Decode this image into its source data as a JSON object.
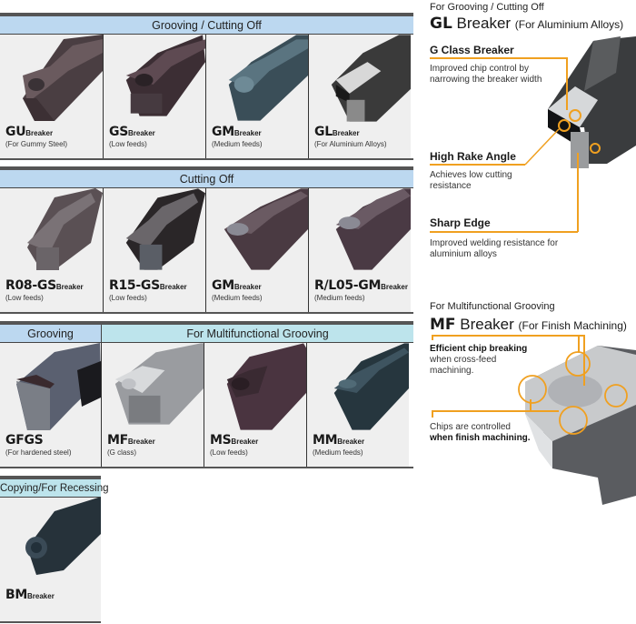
{
  "tables": [
    {
      "headers": [
        {
          "label": "Grooving / Cutting Off"
        }
      ],
      "items": [
        {
          "code": "GU",
          "suffix": "Breaker",
          "desc": "(For Gummy Steel)",
          "color": "#5a4a4e"
        },
        {
          "code": "GS",
          "suffix": "Breaker",
          "desc": "(Low feeds)",
          "color": "#4a3a40"
        },
        {
          "code": "GM",
          "suffix": "Breaker",
          "desc": "(Medium feeds)",
          "color": "#4a6470"
        },
        {
          "code": "GL",
          "suffix": "Breaker",
          "desc": "(For Aluminium Alloys)",
          "color": "#3a3a3a"
        }
      ]
    },
    {
      "headers": [
        {
          "label": "Cutting Off"
        }
      ],
      "items": [
        {
          "code": "R08-GS",
          "suffix": "Breaker",
          "desc": "(Low feeds)",
          "color": "#5e5456"
        },
        {
          "code": "R15-GS",
          "suffix": "Breaker",
          "desc": "(Low feeds)",
          "color": "#3c3638"
        },
        {
          "code": "GM",
          "suffix": "Breaker",
          "desc": "(Medium feeds)",
          "color": "#5a4a52"
        },
        {
          "code": "R/L05-GM",
          "suffix": "Breaker",
          "desc": "(Medium feeds)",
          "color": "#5a4a52"
        }
      ]
    },
    {
      "headers": [
        {
          "label": "Grooving"
        },
        {
          "label": "For Multifunctional Grooving"
        }
      ],
      "items": [
        {
          "code": "GFGS",
          "suffix": "",
          "desc": "(For hardened steel)",
          "color": "#4a4e56"
        },
        {
          "code": "MF",
          "suffix": "Breaker",
          "desc": "(G class)",
          "color": "#a8aaae"
        },
        {
          "code": "MS",
          "suffix": "Breaker",
          "desc": "(Low feeds)",
          "color": "#4a3640"
        },
        {
          "code": "MM",
          "suffix": "Breaker",
          "desc": "(Medium feeds)",
          "color": "#2e4048"
        }
      ]
    },
    {
      "headers": [
        {
          "label": "Copying/For Recessing"
        }
      ],
      "items": [
        {
          "code": "BM",
          "suffix": "Breaker",
          "desc": "",
          "color": "#2e3a44"
        }
      ]
    }
  ],
  "gl_panel": {
    "kicker": "For Grooving / Cutting Off",
    "code": "GL",
    "word": "Breaker",
    "paren": "(For Aluminium Alloys)",
    "features": [
      {
        "title": "G Class Breaker",
        "text1": "Improved chip control by",
        "text2": "narrowing the breaker width"
      },
      {
        "title": "High Rake Angle",
        "text1": "Achieves low cutting",
        "text2": "resistance"
      },
      {
        "title": "Sharp Edge",
        "text1": "Improved welding resistance for",
        "text2": "aluminium alloys"
      }
    ]
  },
  "mf_panel": {
    "kicker": "For Multifunctional Grooving",
    "code": "MF",
    "word": "Breaker",
    "paren": "(For Finish Machining)",
    "callout1": {
      "bold": "Efficient chip breaking",
      "line2": "when cross-feed",
      "line3": "machining."
    },
    "callout2": {
      "line1": "Chips are controlled",
      "bold": "when finish machining."
    }
  },
  "colors": {
    "header_blue": "#bcd8f0",
    "header_cyan": "#bde4ec",
    "callout_orange": "#f0a020",
    "cell_bg": "#efefef"
  }
}
